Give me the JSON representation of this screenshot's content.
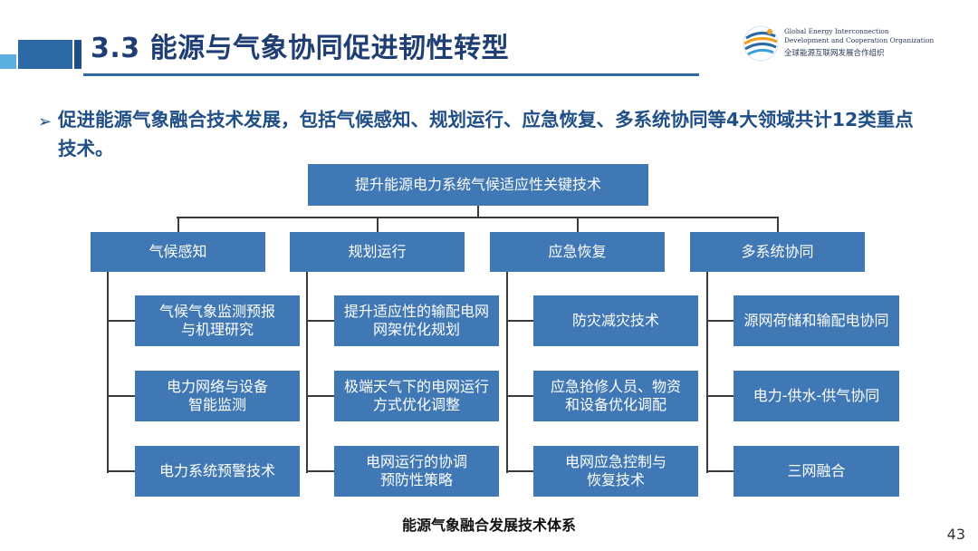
{
  "header": {
    "title": "3.3 能源与气象协同促进韧性转型",
    "org_en_line1": "Global Energy Interconnection",
    "org_en_line2": "Development and Cooperation Organization",
    "org_zh": "全球能源互联网发展合作组织",
    "accent": "#2c6aa6"
  },
  "summary": {
    "bullet": "➢",
    "text": "促进能源气象融合技术发展，包括气候感知、规划运行、应急恢复、多系统协同等4大领域共计12类重点技术。"
  },
  "diagram": {
    "root": "提升能源电力系统气候适应性关键技术",
    "branches": [
      {
        "label": "气候感知",
        "items": [
          "气候气象监测预报\n与机理研究",
          "电力网络与设备\n智能监测",
          "电力系统预警技术"
        ]
      },
      {
        "label": "规划运行",
        "items": [
          "提升适应性的输配电网\n网架优化规划",
          "极端天气下的电网运行\n方式优化调整",
          "电网运行的协调\n预防性策略"
        ]
      },
      {
        "label": "应急恢复",
        "items": [
          "防灾减灾技术",
          "应急抢修人员、物资\n和设备优化调配",
          "电网应急控制与\n恢复技术"
        ]
      },
      {
        "label": "多系统协同",
        "items": [
          "源网荷储和输配电协同",
          "电力-供水-供气协同",
          "三网融合"
        ]
      }
    ],
    "box_color": "#3f78b5"
  },
  "caption": "能源气象融合发展技术体系",
  "page_number": "43"
}
